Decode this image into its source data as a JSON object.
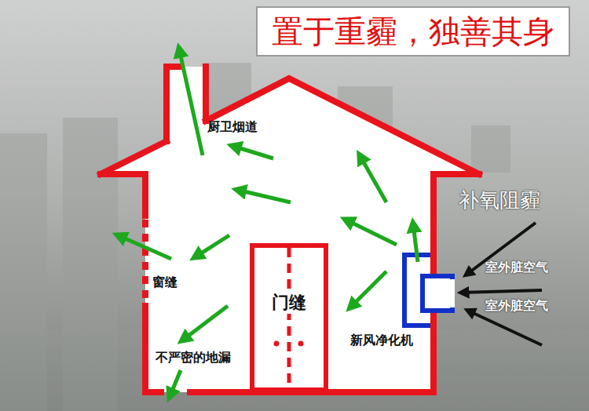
{
  "diagram": {
    "title": "置于重霾，独善其身",
    "nodes": [
      {
        "text": [
          "门缝"
        ]
      }
    ],
    "labels": [
      "厨卫烟道",
      "窗缝",
      "不严密的地漏",
      "新风净化机",
      "补氧阻霾",
      "室外脏空气",
      "室外脏空气"
    ]
  }
}
